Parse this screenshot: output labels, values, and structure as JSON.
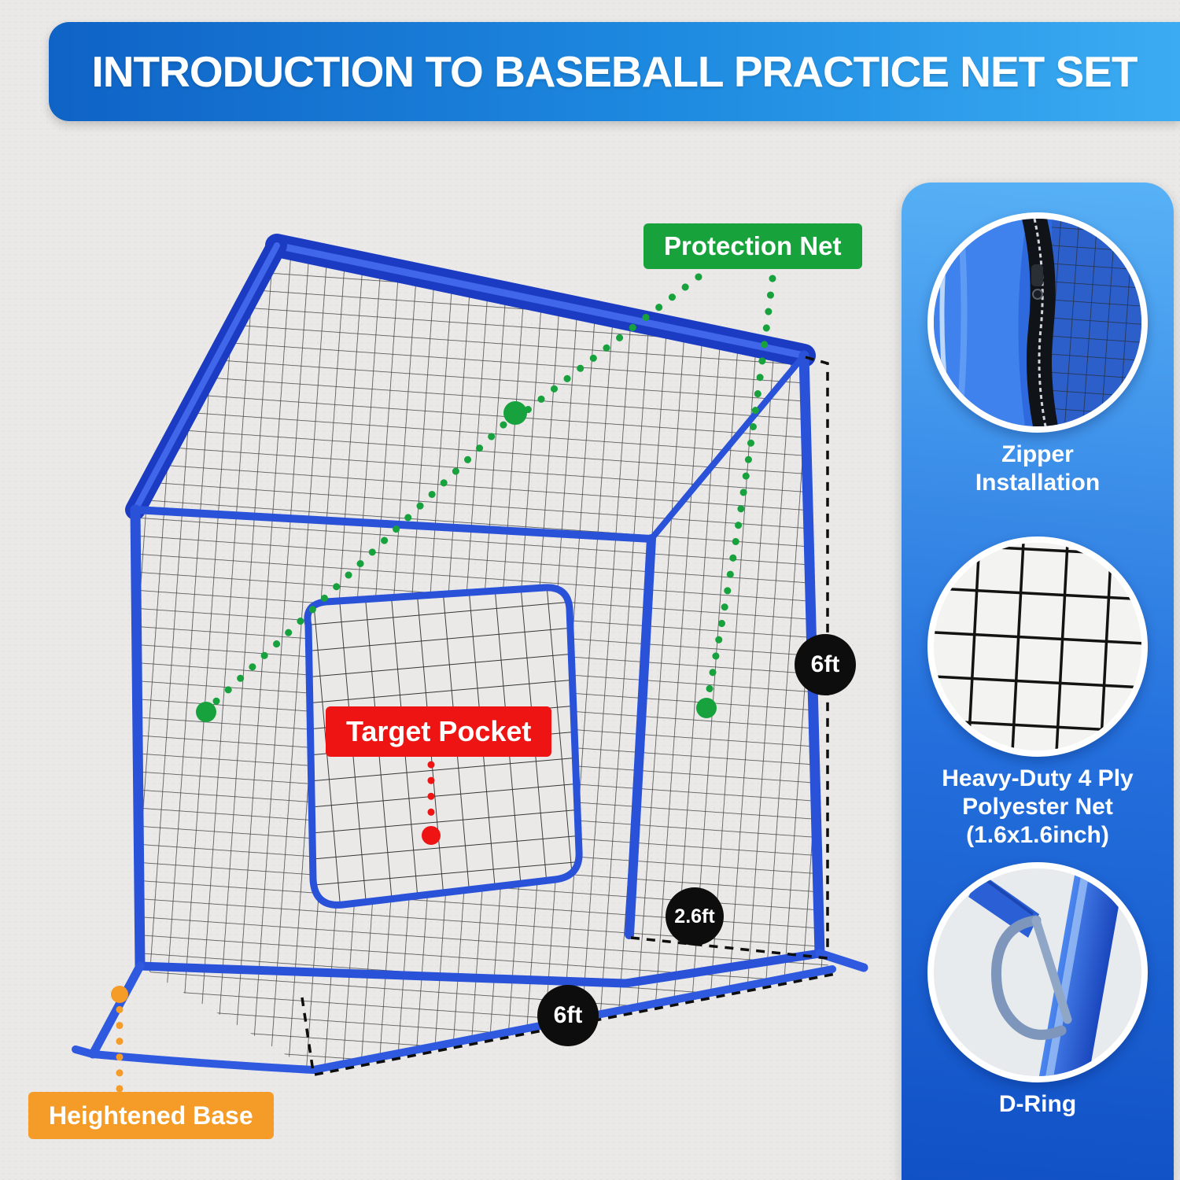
{
  "header": {
    "title": "INTRODUCTION TO BASEBALL PRACTICE NET SET"
  },
  "callouts": {
    "protection_net": "Protection Net",
    "target_pocket": "Target Pocket",
    "heightened_base": "Heightened Base"
  },
  "dimensions": {
    "height": "6ft",
    "depth": "2.6ft",
    "width": "6ft"
  },
  "sidebar": {
    "zipper": {
      "line1": "Zipper",
      "line2": "Installation"
    },
    "net": {
      "line1": "Heavy-Duty 4 Ply",
      "line2": "Polyester Net",
      "line3": "(1.6x1.6inch)"
    },
    "dring": {
      "line1": "D-Ring"
    }
  },
  "colors": {
    "header_gradient_start": "#0f63c6",
    "header_gradient_end": "#3bacf3",
    "sidebar_gradient_start": "#58b2f6",
    "sidebar_gradient_end": "#1151c6",
    "protection_net_green": "#17a23c",
    "target_pocket_red": "#ee1414",
    "heightened_base_orange": "#f59b28",
    "frame_blue": "#2a52d8",
    "dimension_badge_black": "#0d0d0d",
    "background_gray": "#eae9e7"
  }
}
